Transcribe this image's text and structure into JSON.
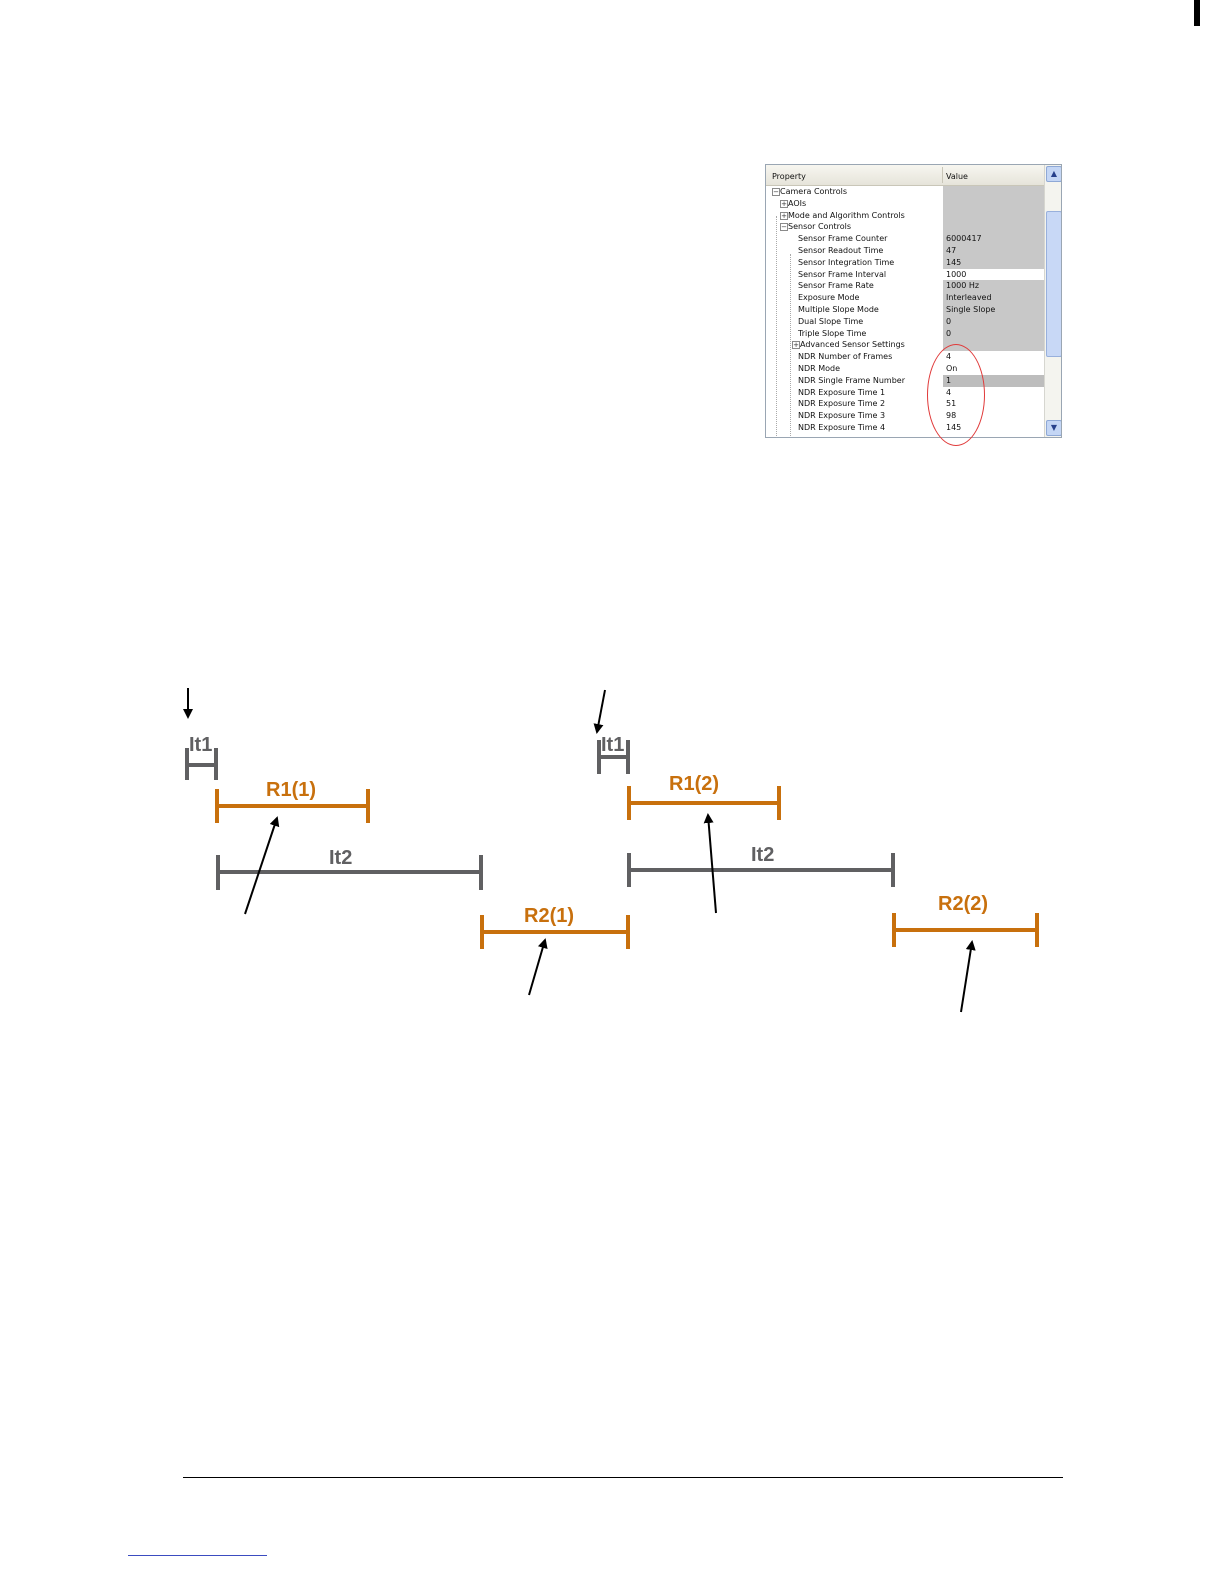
{
  "property_grid": {
    "header": {
      "property": "Property",
      "value": "Value"
    },
    "rows": [
      {
        "name": "Camera Controls",
        "value": "",
        "level": 0,
        "expander": "−",
        "shade": "grey"
      },
      {
        "name": "AOIs",
        "value": "",
        "level": 1,
        "expander": "+",
        "shade": "grey"
      },
      {
        "name": "Mode and Algorithm Controls",
        "value": "",
        "level": 1,
        "expander": "+",
        "shade": "grey"
      },
      {
        "name": "Sensor Controls",
        "value": "",
        "level": 1,
        "expander": "−",
        "shade": "grey"
      },
      {
        "name": "Sensor Frame Counter",
        "value": "6000417",
        "level": 2,
        "expander": "",
        "shade": "grey"
      },
      {
        "name": "Sensor Readout Time",
        "value": "47",
        "level": 2,
        "expander": "",
        "shade": "grey"
      },
      {
        "name": "Sensor Integration Time",
        "value": "145",
        "level": 2,
        "expander": "",
        "shade": "grey"
      },
      {
        "name": "Sensor Frame Interval",
        "value": "1000",
        "level": 2,
        "expander": "",
        "shade": "white"
      },
      {
        "name": "Sensor Frame Rate",
        "value": "1000 Hz",
        "level": 2,
        "expander": "",
        "shade": "grey"
      },
      {
        "name": "Exposure Mode",
        "value": "Interleaved",
        "level": 2,
        "expander": "",
        "shade": "grey"
      },
      {
        "name": "Multiple Slope Mode",
        "value": "Single Slope",
        "level": 2,
        "expander": "",
        "shade": "grey"
      },
      {
        "name": "Dual Slope Time",
        "value": "0",
        "level": 2,
        "expander": "",
        "shade": "grey"
      },
      {
        "name": "Triple Slope Time",
        "value": "0",
        "level": 2,
        "expander": "",
        "shade": "grey"
      },
      {
        "name": "Advanced Sensor Settings",
        "value": "",
        "level": 2,
        "expander": "+",
        "shade": "grey"
      },
      {
        "name": "NDR Number of Frames",
        "value": "4",
        "level": 2,
        "expander": "",
        "shade": "white"
      },
      {
        "name": "NDR Mode",
        "value": "On",
        "level": 2,
        "expander": "",
        "shade": "white"
      },
      {
        "name": "NDR Single Frame Number",
        "value": "1",
        "level": 2,
        "expander": "",
        "shade": "dark"
      },
      {
        "name": "NDR Exposure Time 1",
        "value": "4",
        "level": 2,
        "expander": "",
        "shade": "white"
      },
      {
        "name": "NDR Exposure Time 2",
        "value": "51",
        "level": 2,
        "expander": "",
        "shade": "white"
      },
      {
        "name": "NDR Exposure Time 3",
        "value": "98",
        "level": 2,
        "expander": "",
        "shade": "white"
      },
      {
        "name": "NDR Exposure Time 4",
        "value": "145",
        "level": 2,
        "expander": "",
        "shade": "white"
      }
    ],
    "scroll_up_glyph": "▲",
    "scroll_down_glyph": "▼"
  },
  "timing_diagram": {
    "colors": {
      "integration": "#606062",
      "readout": "#c8700d",
      "arrow": "#000000"
    },
    "labels": {
      "it1_a": "It1",
      "r1_1": "R1(1)",
      "it2_a": "It2",
      "r2_1": "R2(1)",
      "it1_b": "It1",
      "r1_2": "R1(2)",
      "it2_b": "It2",
      "r2_2": "R2(2)"
    }
  }
}
